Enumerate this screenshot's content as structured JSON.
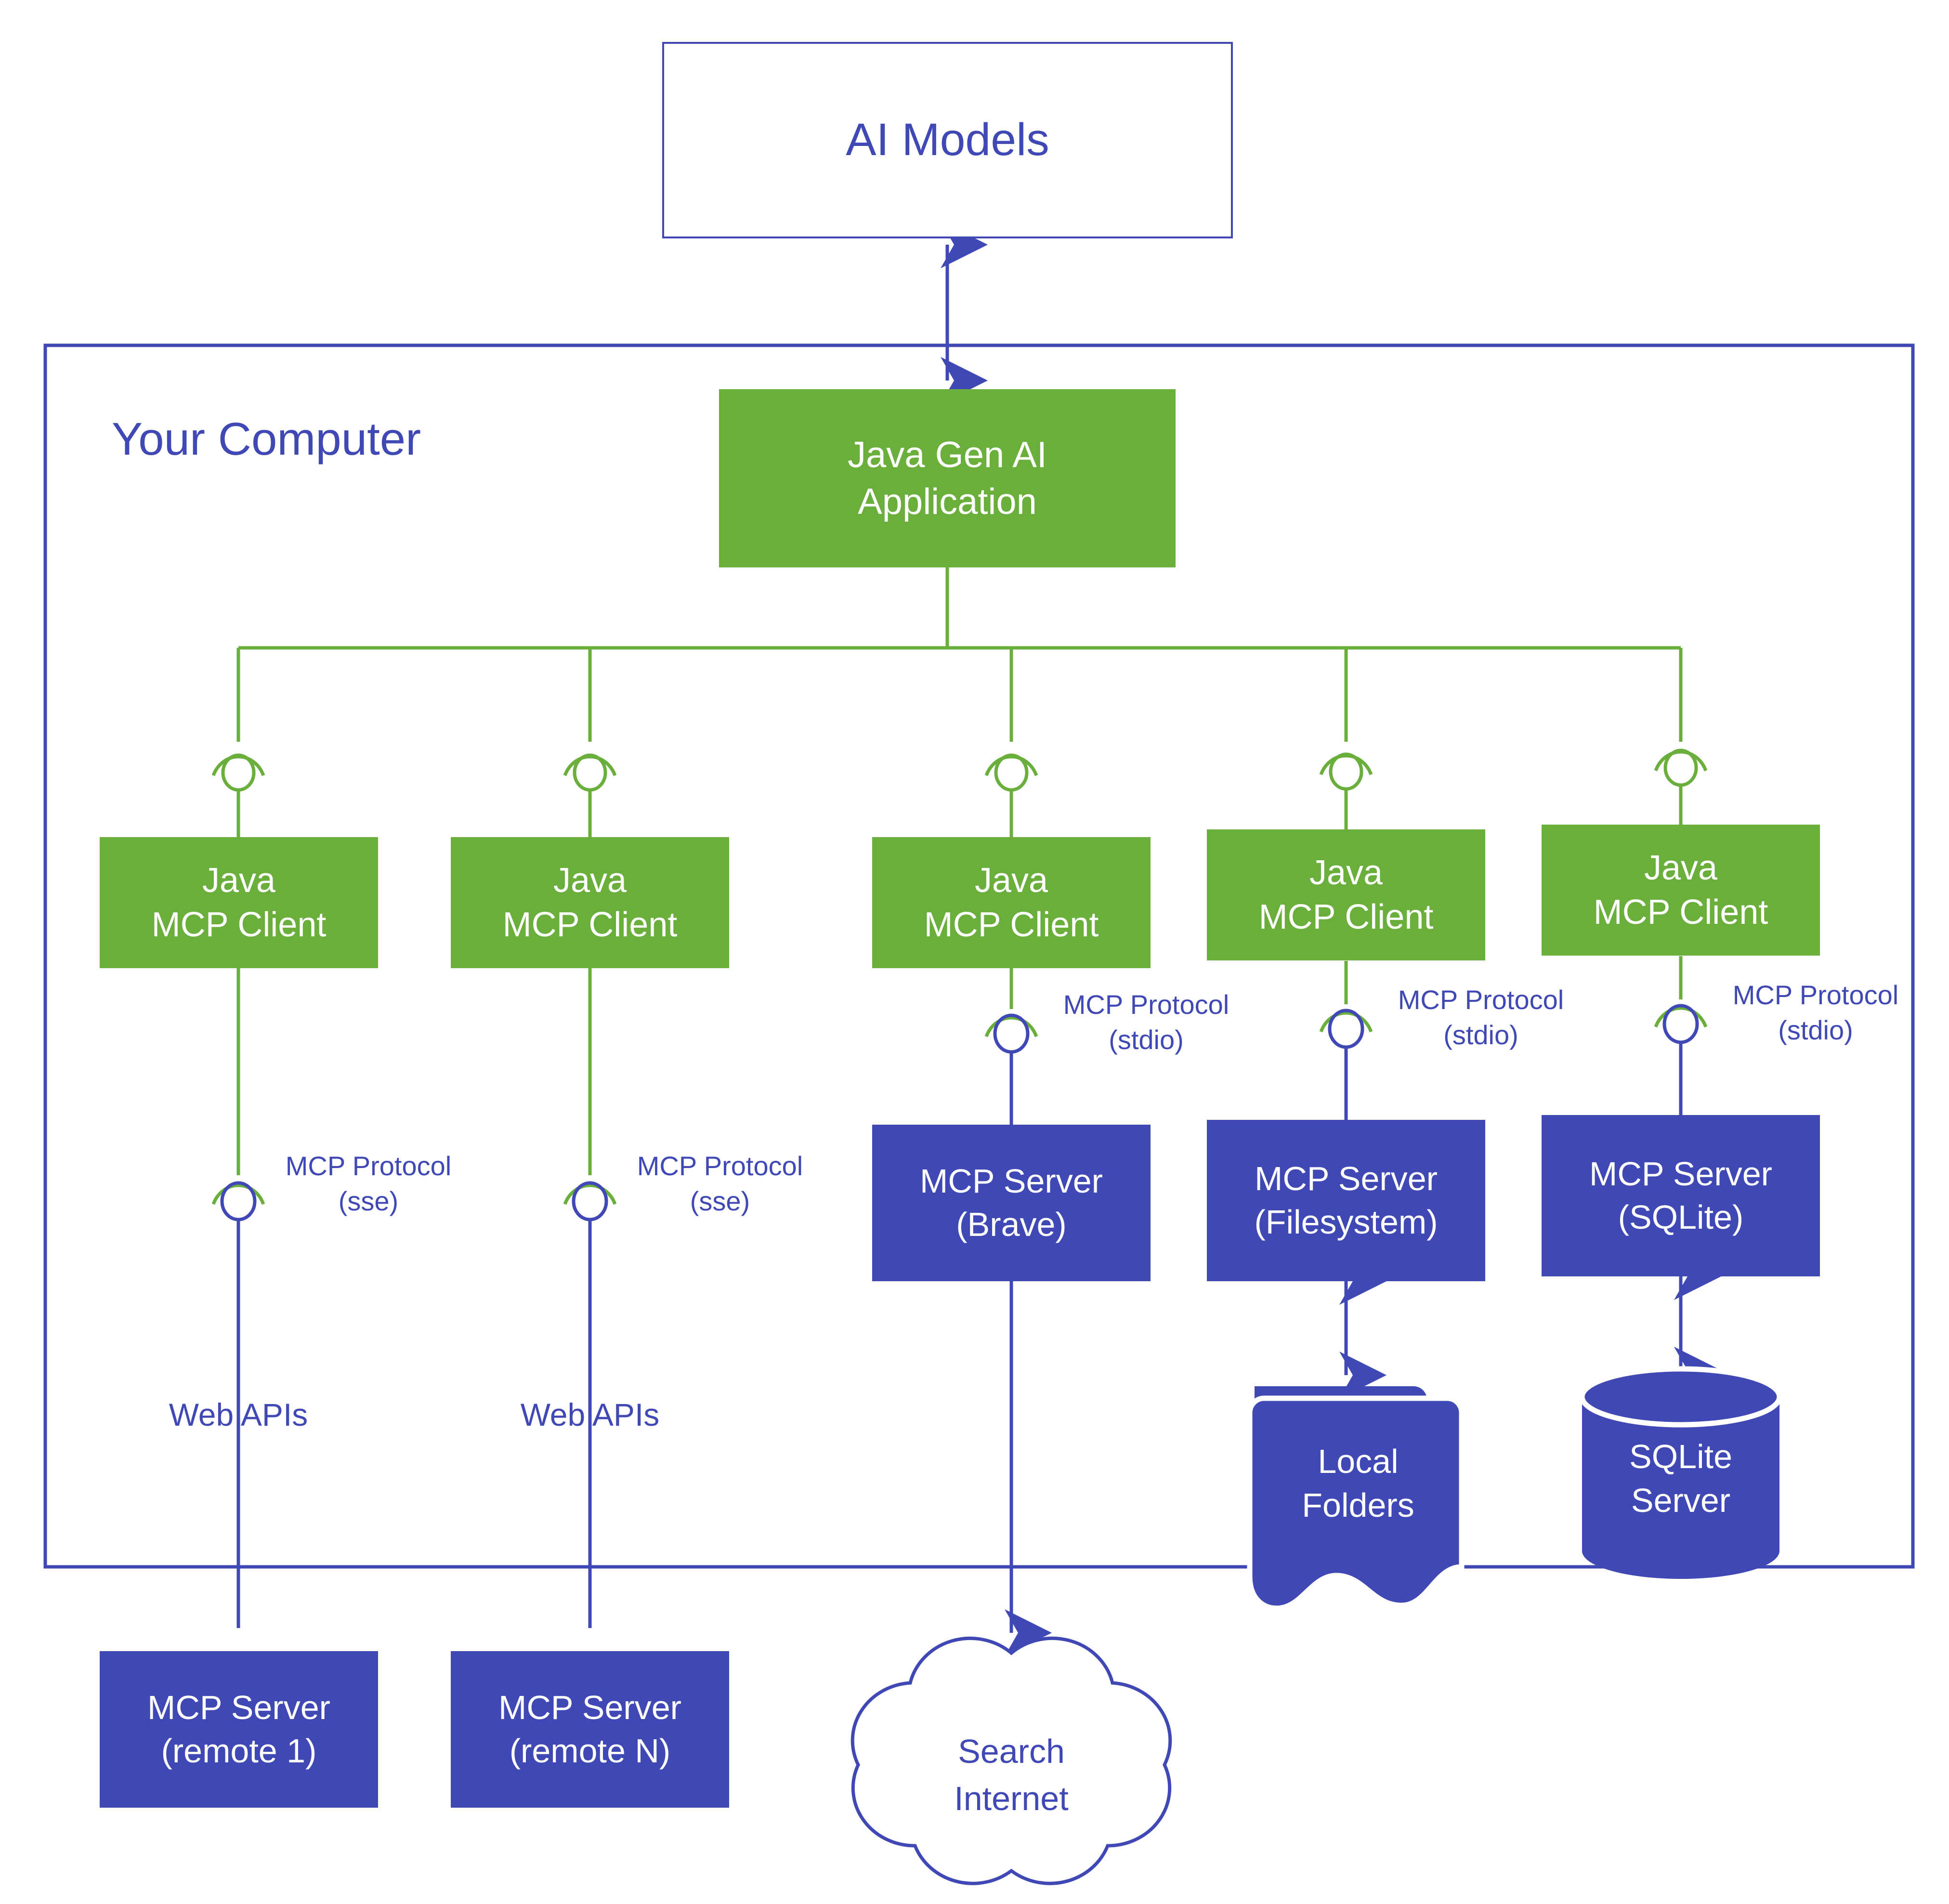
{
  "colors": {
    "green": "#6AAE3C",
    "blue": "#3F48B5",
    "white": "#FFFFFF",
    "background": "#FFFFFF"
  },
  "diagram": {
    "title_node": "AI Models",
    "boundary_label": "Your Computer",
    "application": "Java Gen AI\nApplication",
    "clients": [
      {
        "id": "client-1",
        "label": "Java\nMCP Client"
      },
      {
        "id": "client-2",
        "label": "Java\nMCP Client"
      },
      {
        "id": "client-3",
        "label": "Java\nMCP Client"
      },
      {
        "id": "client-4",
        "label": "Java\nMCP Client"
      },
      {
        "id": "client-5",
        "label": "Java\nMCP Client"
      }
    ],
    "connectors": [
      {
        "id": "conn-sse-1",
        "protocol": "MCP Protocol",
        "transport": "(sse)"
      },
      {
        "id": "conn-sse-2",
        "protocol": "MCP Protocol",
        "transport": "(sse)"
      },
      {
        "id": "conn-stdio-1",
        "protocol": "MCP Protocol",
        "transport": "(stdio)"
      },
      {
        "id": "conn-stdio-2",
        "protocol": "MCP Protocol",
        "transport": "(stdio)"
      },
      {
        "id": "conn-stdio-3",
        "protocol": "MCP Protocol",
        "transport": "(stdio)"
      }
    ],
    "link_labels": [
      {
        "id": "web-apis-1",
        "label": "Web APIs"
      },
      {
        "id": "web-apis-2",
        "label": "Web APIs"
      }
    ],
    "servers_local": [
      {
        "id": "server-brave",
        "label": "MCP Server\n(Brave)"
      },
      {
        "id": "server-filesystem",
        "label": "MCP Server\n(Filesystem)"
      },
      {
        "id": "server-sqlite",
        "label": "MCP Server\n(SQLite)"
      }
    ],
    "servers_remote": [
      {
        "id": "server-remote-1",
        "label": "MCP Server\n(remote 1)"
      },
      {
        "id": "server-remote-n",
        "label": "MCP Server\n(remote N)"
      }
    ],
    "resources": [
      {
        "id": "local-folders",
        "label": "Local\nFolders",
        "shape": "folder-stack"
      },
      {
        "id": "sqlite-server",
        "label": "SQLite\nServer",
        "shape": "cylinder"
      },
      {
        "id": "search-internet",
        "label": "Search\nInternet",
        "shape": "cloud"
      }
    ]
  }
}
